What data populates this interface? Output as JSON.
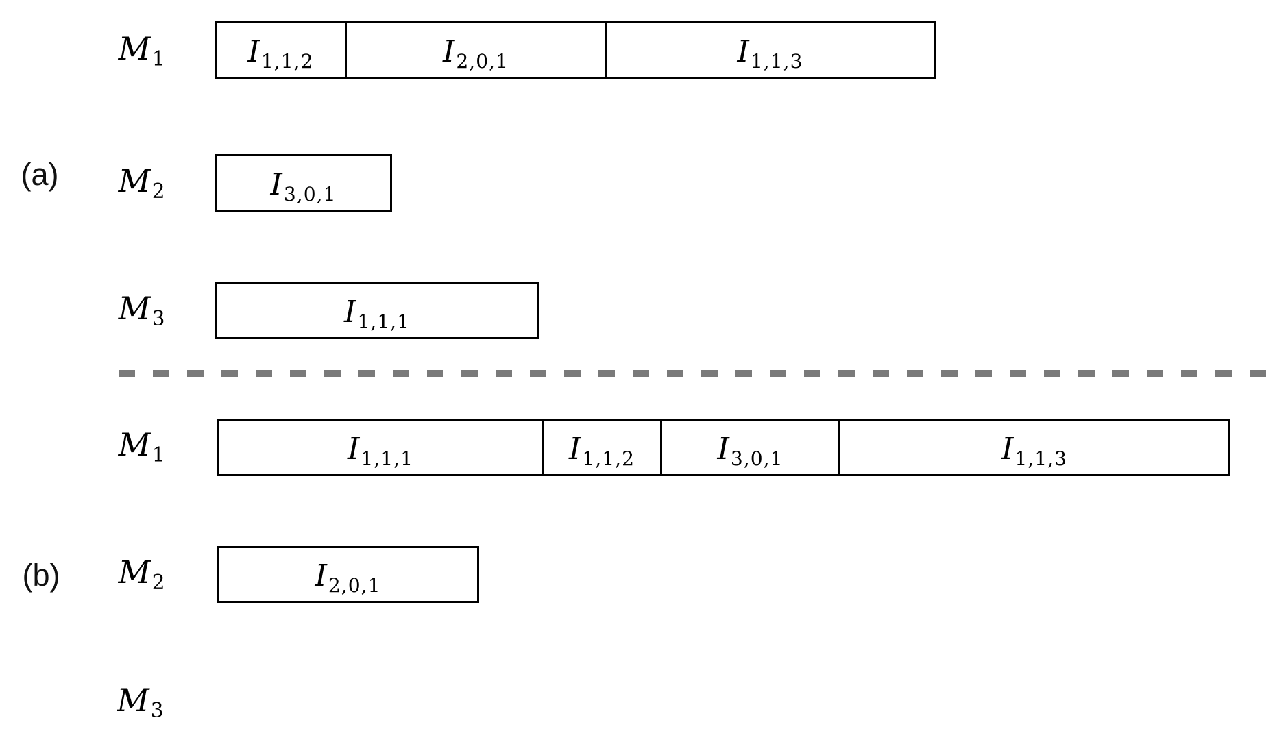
{
  "colors": {
    "box_border": "#000000",
    "dash_line": "#7a7a7a",
    "text": "#000000",
    "background": "#ffffff"
  },
  "panels": [
    {
      "label": "(a)",
      "rows": [
        {
          "machine": {
            "base": "M",
            "sub": "1"
          },
          "intervals": [
            {
              "base": "I",
              "sub": "1,1,2"
            },
            {
              "base": "I",
              "sub": "2,0,1"
            },
            {
              "base": "I",
              "sub": "1,1,3"
            }
          ]
        },
        {
          "machine": {
            "base": "M",
            "sub": "2"
          },
          "intervals": [
            {
              "base": "I",
              "sub": "3,0,1"
            }
          ]
        },
        {
          "machine": {
            "base": "M",
            "sub": "3"
          },
          "intervals": [
            {
              "base": "I",
              "sub": "1,1,1"
            }
          ]
        }
      ]
    },
    {
      "label": "(b)",
      "rows": [
        {
          "machine": {
            "base": "M",
            "sub": "1"
          },
          "intervals": [
            {
              "base": "I",
              "sub": "1,1,1"
            },
            {
              "base": "I",
              "sub": "1,1,2"
            },
            {
              "base": "I",
              "sub": "3,0,1"
            },
            {
              "base": "I",
              "sub": "1,1,3"
            }
          ]
        },
        {
          "machine": {
            "base": "M",
            "sub": "2"
          },
          "intervals": [
            {
              "base": "I",
              "sub": "2,0,1"
            }
          ]
        },
        {
          "machine": {
            "base": "M",
            "sub": "3"
          },
          "intervals": []
        }
      ]
    }
  ]
}
